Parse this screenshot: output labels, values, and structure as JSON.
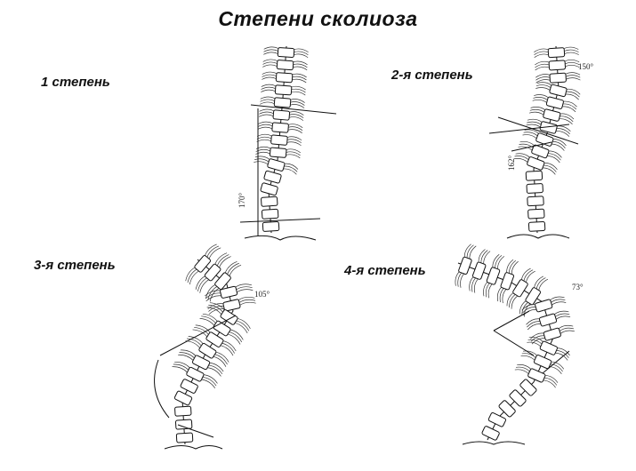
{
  "title": "Степени сколиоза",
  "panels": [
    {
      "label": "1 степень",
      "angle": "170°"
    },
    {
      "label": "2-я степень",
      "angle_top": "150°",
      "angle_mid": "162°"
    },
    {
      "label": "3-я степень",
      "angle": "105°"
    },
    {
      "label": "4-я степень",
      "angle": "73°"
    }
  ],
  "colors": {
    "ink": "#111111",
    "background": "#ffffff"
  }
}
